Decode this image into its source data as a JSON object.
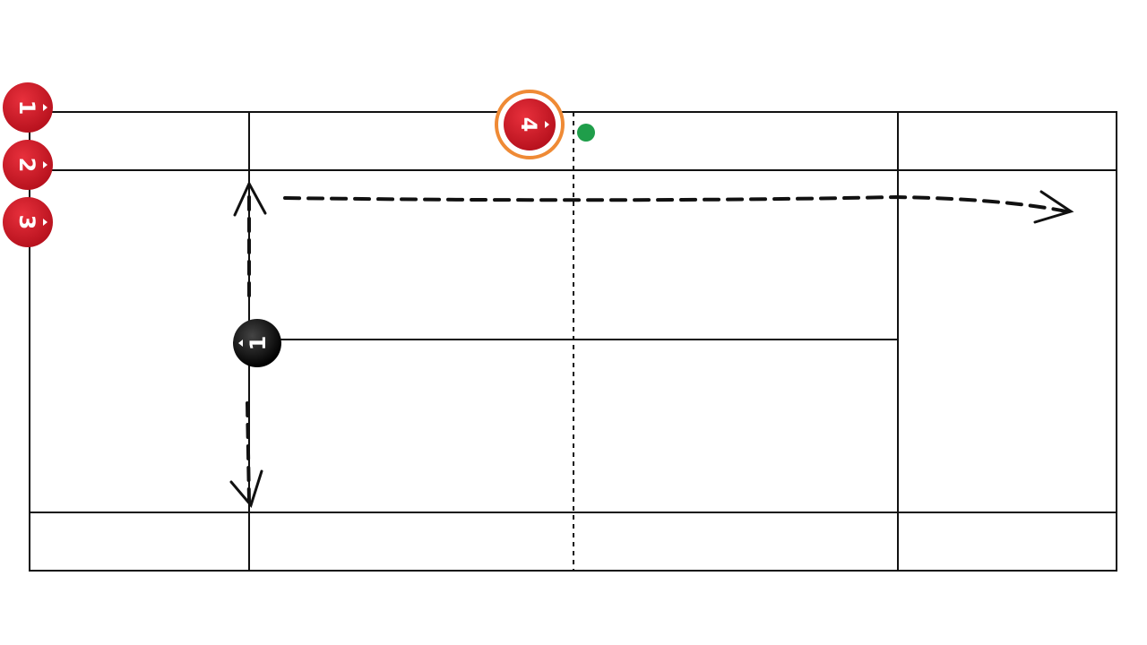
{
  "diagram": {
    "type": "tennis-court-drill",
    "players": [
      {
        "label": "1",
        "team": "red"
      },
      {
        "label": "2",
        "team": "red"
      },
      {
        "label": "3",
        "team": "red"
      },
      {
        "label": "4",
        "team": "red",
        "selected": true
      },
      {
        "label": "1",
        "team": "black"
      }
    ],
    "colors": {
      "red_player": "#d0202e",
      "black_player": "#111111",
      "selected_ring": "#ef8a35",
      "ball": "#1f9e4a",
      "lines": "#111111"
    },
    "ball": {
      "icon": "tennis-ball-icon"
    },
    "arrows": [
      "up",
      "down",
      "right"
    ]
  }
}
